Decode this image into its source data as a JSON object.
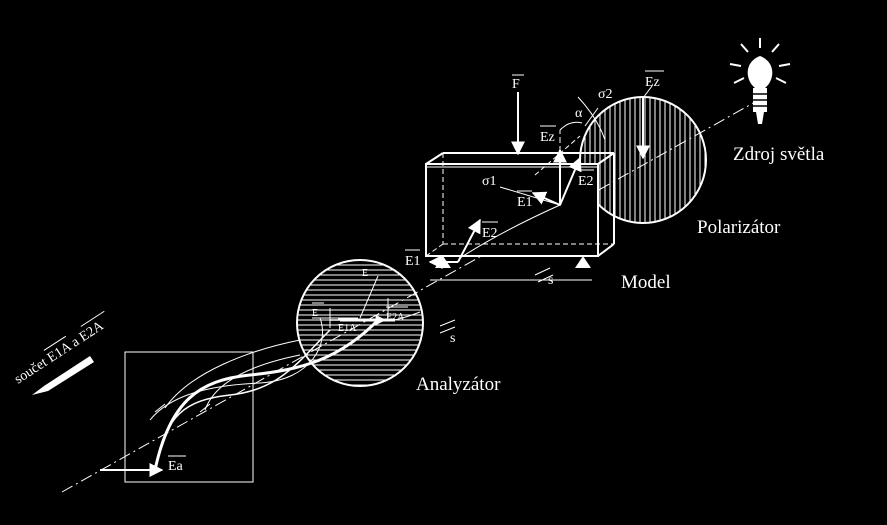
{
  "labels": {
    "source": "Zdroj světla",
    "polarizer": "Polarizátor",
    "model": "Model",
    "analyzer": "Analyzátor",
    "force": "F",
    "ez_top": "Ez",
    "ez_mid": "Ez",
    "sigma2": "σ2",
    "sigma1": "σ1",
    "alpha": "α",
    "e1_model": "E1",
    "e2_model": "E2",
    "e2_front": "E2",
    "e1_base": "E1",
    "s_model": "s",
    "s_analyzer": "s",
    "e1a": "E1A",
    "e2a": "E2A",
    "e_small_1": "E",
    "e_small_2": "E",
    "ea": "Ea",
    "sum_prefix": "součet ",
    "sum_e1a": "E1A",
    "sum_and": " a ",
    "sum_e2a": "E2A"
  },
  "colors": {
    "background": "#000000",
    "line": "#ffffff"
  }
}
